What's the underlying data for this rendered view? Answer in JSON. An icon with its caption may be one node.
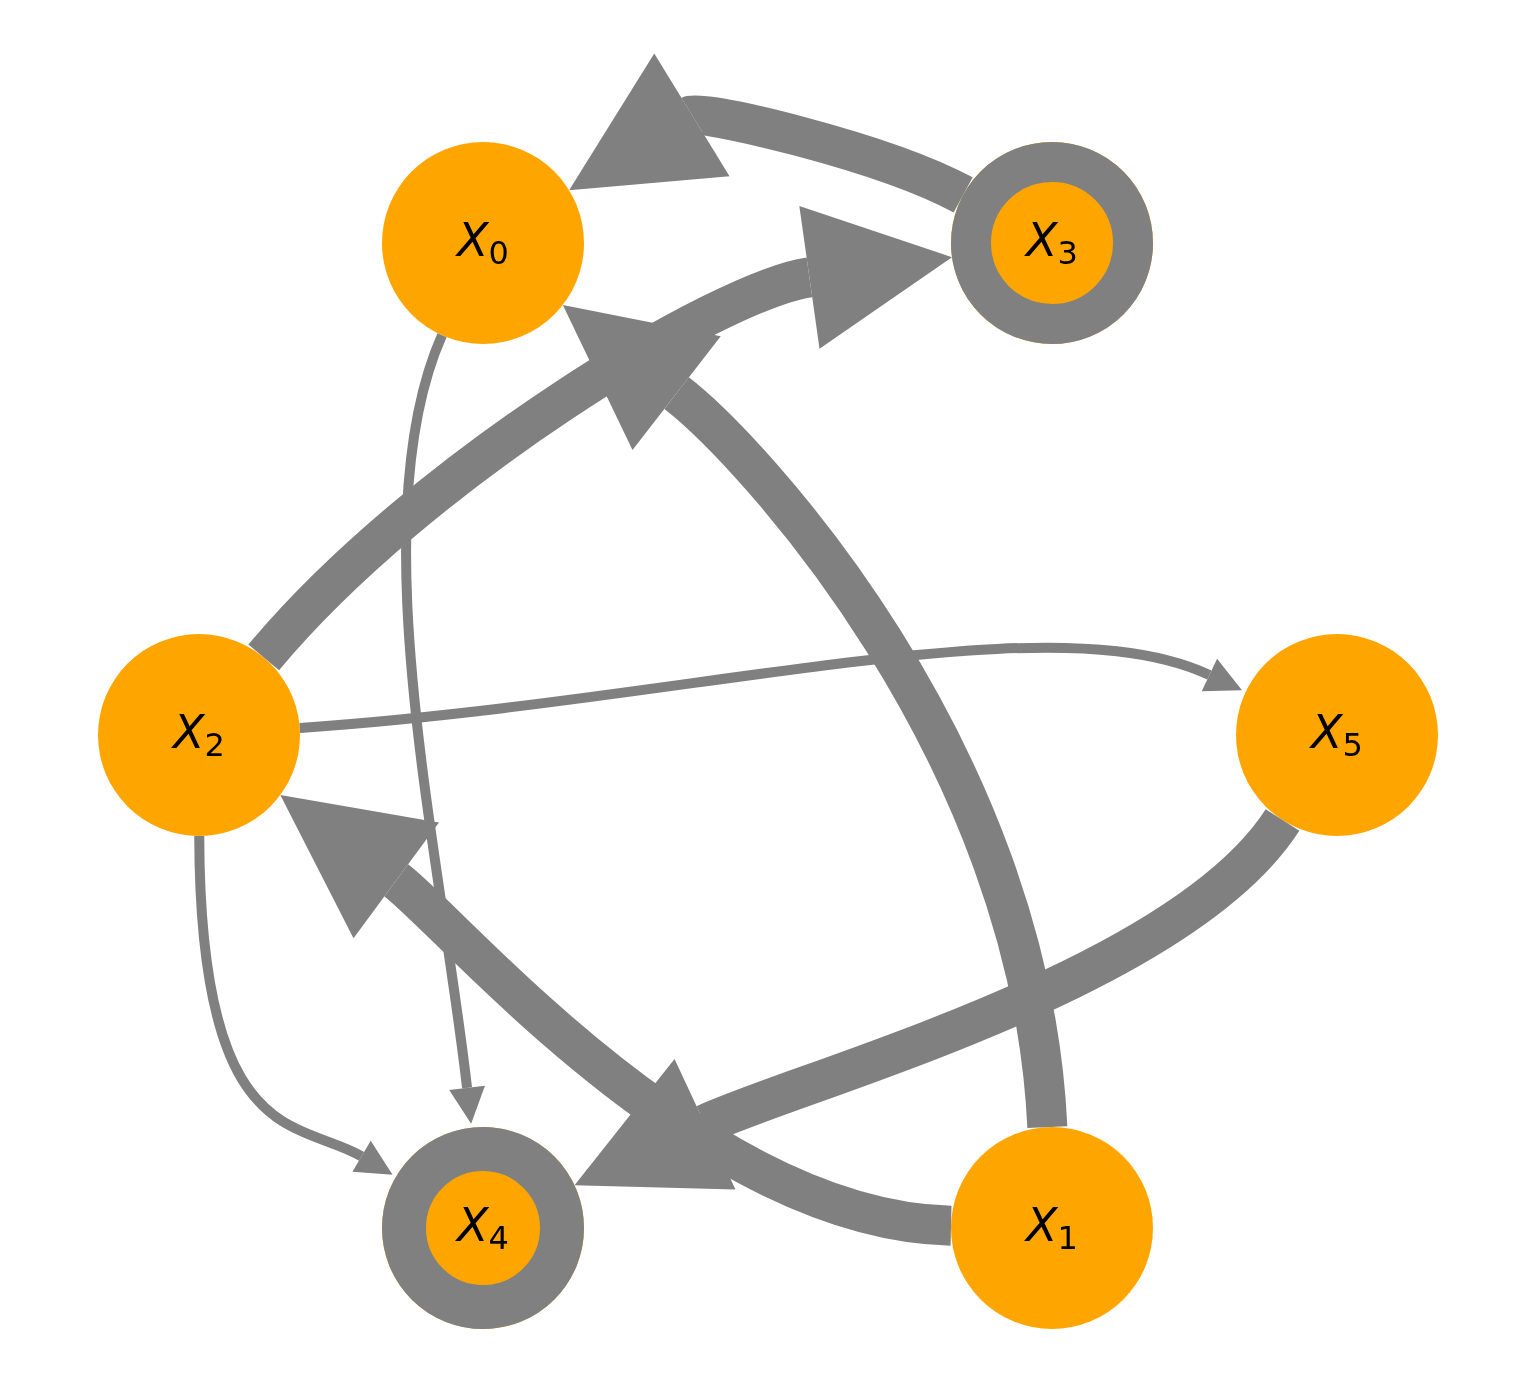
{
  "diagram": {
    "nodes": [
      {
        "text": [
          "*X*$_{0}$"
        ]
      },
      {
        "text": [
          "*X*$_{1}$"
        ]
      },
      {
        "text": [
          "*X*$_{2}$"
        ]
      },
      {
        "text": [
          "*X*$_{3}$"
        ]
      },
      {
        "text": [
          "*X*$_{4}$"
        ]
      },
      {
        "text": [
          "*X*$_{5}$"
        ]
      }
    ],
    "edges": [
      {
        "from": 3,
        "to": 0,
        "arrow": "to"
      },
      {
        "from": 2,
        "to": 3,
        "arrow": "to"
      },
      {
        "from": 1,
        "to": 0,
        "arrow": "to"
      },
      {
        "from": 1,
        "to": 2,
        "arrow": "to"
      },
      {
        "from": 5,
        "to": 4,
        "arrow": "to"
      },
      {
        "from": 0,
        "to": 4,
        "arrow": "to"
      },
      {
        "from": 2,
        "to": 5,
        "arrow": "to"
      },
      {
        "from": 2,
        "to": 4,
        "arrow": "to"
      },
      {
        "from": 3,
        "to": 3,
        "arrow": "none"
      },
      {
        "from": 4,
        "to": 4,
        "arrow": "none"
      }
    ]
  }
}
